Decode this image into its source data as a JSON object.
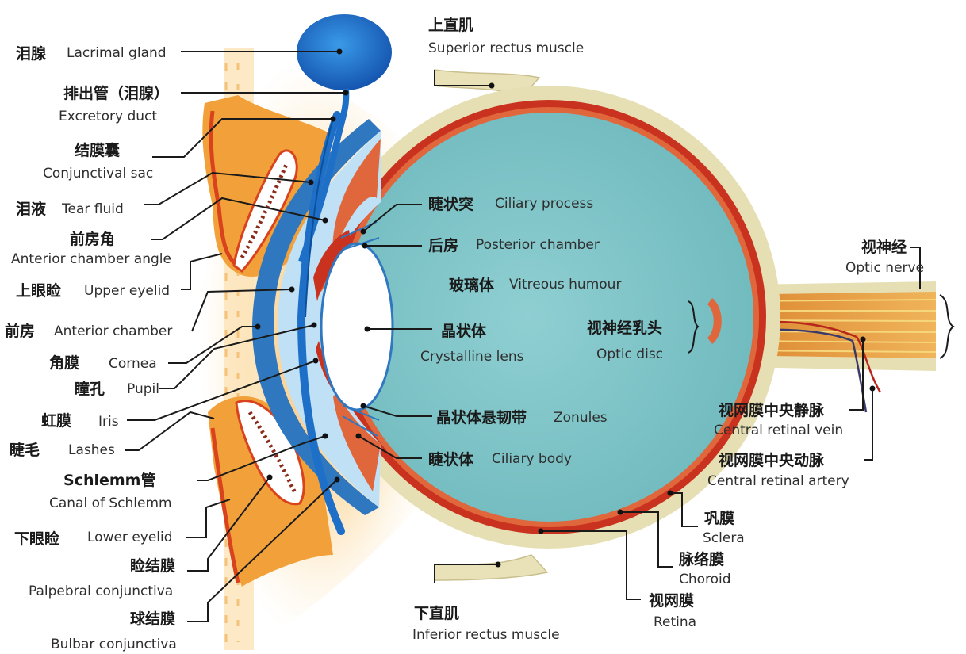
{
  "labels": {
    "lacrimal_gland": {
      "zh": "泪腺",
      "en": "Lacrimal gland"
    },
    "excretory_duct": {
      "zh": "排出管（泪腺）",
      "en": "Excretory duct"
    },
    "conjunctival_sac": {
      "zh": "结膜囊",
      "en": "Conjunctival sac"
    },
    "tear_fluid": {
      "zh": "泪液",
      "en": "Tear fluid"
    },
    "anterior_chamber_angle": {
      "zh": "前房角",
      "en": "Anterior chamber angle"
    },
    "upper_eyelid": {
      "zh": "上眼睑",
      "en": "Upper eyelid"
    },
    "anterior_chamber": {
      "zh": "前房",
      "en": "Anterior chamber"
    },
    "cornea": {
      "zh": "角膜",
      "en": "Cornea"
    },
    "pupil": {
      "zh": "瞳孔",
      "en": "Pupil"
    },
    "iris": {
      "zh": "虹膜",
      "en": "Iris"
    },
    "lashes": {
      "zh": "睫毛",
      "en": "Lashes"
    },
    "canal_of_schlemm": {
      "zh": "Schlemm管",
      "en": "Canal of Schlemm"
    },
    "lower_eyelid": {
      "zh": "下眼睑",
      "en": "Lower eyelid"
    },
    "palpebral_conjunctiva": {
      "zh": "睑结膜",
      "en": "Palpebral conjunctiva"
    },
    "bulbar_conjunctiva": {
      "zh": "球结膜",
      "en": "Bulbar conjunctiva"
    },
    "superior_rectus": {
      "zh": "上直肌",
      "en": "Superior rectus muscle"
    },
    "inferior_rectus": {
      "zh": "下直肌",
      "en": "Inferior rectus muscle"
    },
    "ciliary_process": {
      "zh": "睫状突",
      "en": "Ciliary process"
    },
    "posterior_chamber": {
      "zh": "后房",
      "en": "Posterior chamber"
    },
    "vitreous_humour": {
      "zh": "玻璃体",
      "en": "Vitreous humour"
    },
    "crystalline_lens": {
      "zh": "晶状体",
      "en": "Crystalline lens"
    },
    "optic_disc": {
      "zh": "视神经乳头",
      "en": "Optic disc"
    },
    "zonules": {
      "zh": "晶状体悬韧带",
      "en": "Zonules"
    },
    "ciliary_body": {
      "zh": "睫状体",
      "en": "Ciliary body"
    },
    "optic_nerve": {
      "zh": "视神经",
      "en": "Optic nerve"
    },
    "central_retinal_vein": {
      "zh": "视网膜中央静脉",
      "en": "Central retinal vein"
    },
    "central_retinal_artery": {
      "zh": "视网膜中央动脉",
      "en": "Central retinal artery"
    },
    "sclera": {
      "zh": "巩膜",
      "en": "Sclera"
    },
    "choroid": {
      "zh": "脉络膜",
      "en": "Choroid"
    },
    "retina": {
      "zh": "视网膜",
      "en": "Retina"
    }
  },
  "colors": {
    "vitreous": "#7cc4c8",
    "sclera": "#e6dfb4",
    "choroid": "#c8321e",
    "cornea": "#2f78c0",
    "lacrimal_gland": "#1e6fc8",
    "eyelid_skin": "#f29a2e",
    "optic_nerve": "#e89a3a"
  }
}
